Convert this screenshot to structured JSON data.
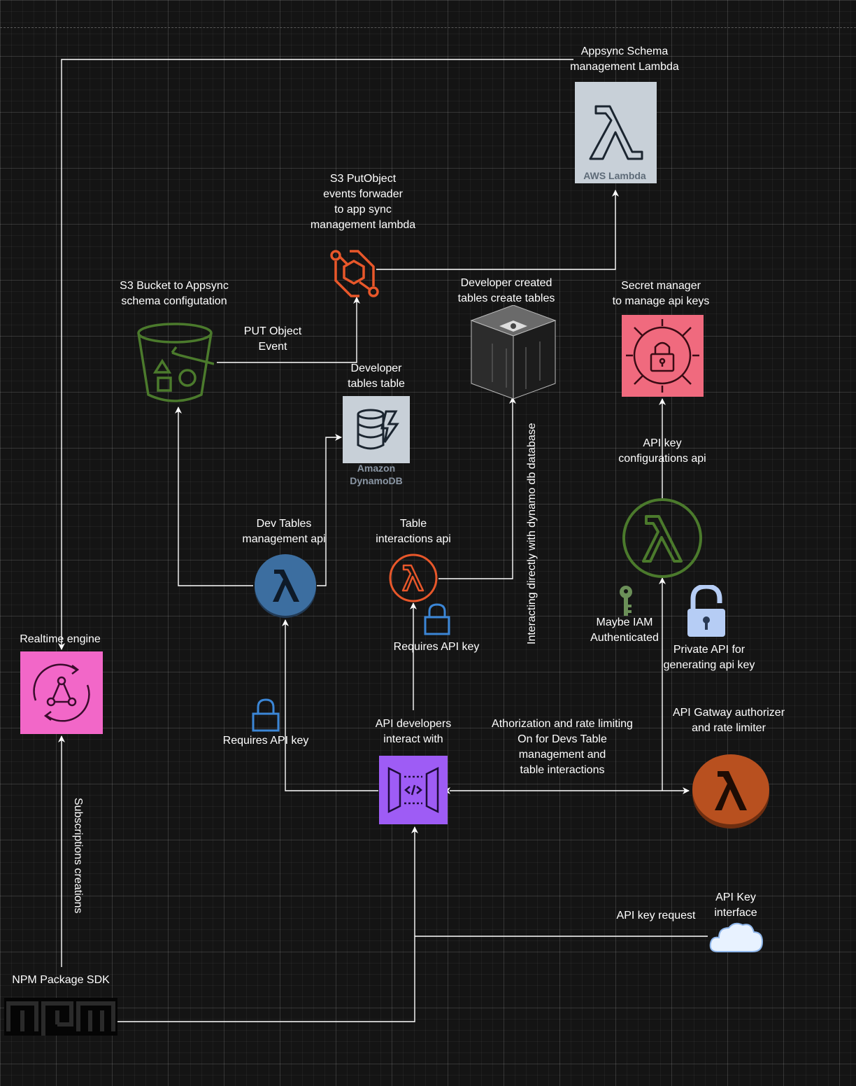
{
  "labels": {
    "appsync_lambda": [
      "Appsync Schema",
      "management Lambda"
    ],
    "aws_lambda_caption": "AWS Lambda",
    "s3_forwarder": [
      "S3 PutObject",
      "events forwader",
      "to app sync",
      "management lambda"
    ],
    "s3_bucket": [
      "S3 Bucket to Appsync",
      "schema configutation"
    ],
    "put_object_event": [
      "PUT Object",
      "Event"
    ],
    "developer_tables_table": [
      "Developer",
      "tables table"
    ],
    "dynamodb_caption": [
      "Amazon",
      "DynamoDB"
    ],
    "developer_created_tables": [
      "Developer created",
      "tables create tables"
    ],
    "secret_manager": [
      "Secret manager",
      "to manage api keys"
    ],
    "api_key_config": [
      "API key",
      "configurations api"
    ],
    "dev_tables_mgmt": [
      "Dev Tables",
      "management api"
    ],
    "table_interactions": [
      "Table",
      "interactions api"
    ],
    "interacting_dynamo": "Interacting directly with dynamo db database",
    "maybe_iam": [
      "Maybe IAM",
      "Authenticated"
    ],
    "private_api": [
      "Private API for",
      "generating api key"
    ],
    "requires_api_key_1": "Requires API key",
    "requires_api_key_2": "Requires API key",
    "realtime_engine": "Realtime engine",
    "api_developers": [
      "API developers",
      "interact with"
    ],
    "authorization": [
      "Athorization and rate limiting",
      "On for Devs Table",
      "management and",
      "table interactions"
    ],
    "api_gateway_authorizer": [
      "API Gatway authorizer",
      "and rate limiter"
    ],
    "subscriptions": "Subscriptions creations",
    "api_key_request": "API key request",
    "api_key_interface": [
      "API Key",
      "interface"
    ],
    "npm_sdk": "NPM Package SDK",
    "npm_logo": "npm"
  },
  "colors": {
    "background": "#141414",
    "connector": "#ffffff",
    "lambda_service_bg": "#c8d0d8",
    "s3_green": "#4b7a2c",
    "event_orange": "#e8572a",
    "secret_red": "#f06a7e",
    "appsync_pink": "#f267c8",
    "apigw_purple": "#9e5cf5",
    "lambda_blue": "#3c6ea0",
    "lambda_orange": "#b8501f",
    "lock_blue": "#3b86d6",
    "lock_light": "#b6cdf5"
  }
}
